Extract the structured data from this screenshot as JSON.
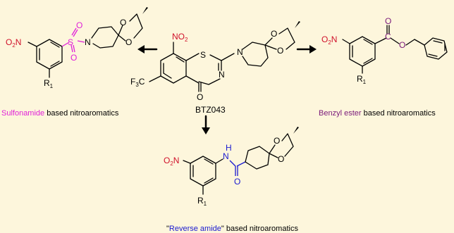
{
  "colors": {
    "background": "#fdf6dc",
    "nitro": "#d0102a",
    "sulfonyl": "#e020d8",
    "amide": "#1a1ad0",
    "ester_highlight": "#7a1a7a",
    "black": "#000000"
  },
  "atoms": {
    "no2": "NO",
    "no2_sub": "2",
    "o2n": "O",
    "o2n_sub": "2",
    "o2n_n": "N",
    "s": "S",
    "n": "N",
    "o": "O",
    "f3c": "F",
    "f3c_sub": "3",
    "f3c_c": "C",
    "r": "R",
    "r_sub": "1",
    "nh": "N",
    "h": "H",
    "c": "C"
  },
  "labels": {
    "center": "BTZ043"
  },
  "captions": {
    "left_highlight": "Sulfonamide",
    "left_rest": " based nitroaromatics",
    "right_highlight": "Benzyl ester",
    "right_rest": " based nitroaromatics",
    "bottom_open": "\"",
    "bottom_highlight": "Reverse amide",
    "bottom_close": "\" based nitroaromatics"
  }
}
